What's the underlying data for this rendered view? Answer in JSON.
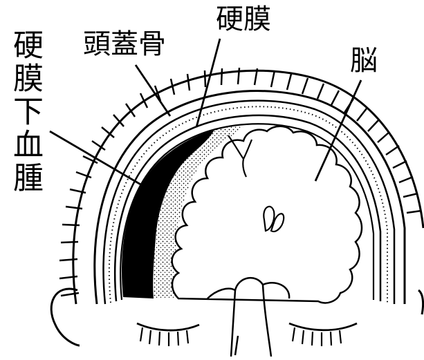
{
  "labels": {
    "subdural_hematoma": "硬膜下血腫",
    "skull": "頭蓋骨",
    "dura_mater": "硬膜",
    "brain": "脳"
  },
  "colors": {
    "ink": "#000000",
    "paper": "#ffffff"
  }
}
